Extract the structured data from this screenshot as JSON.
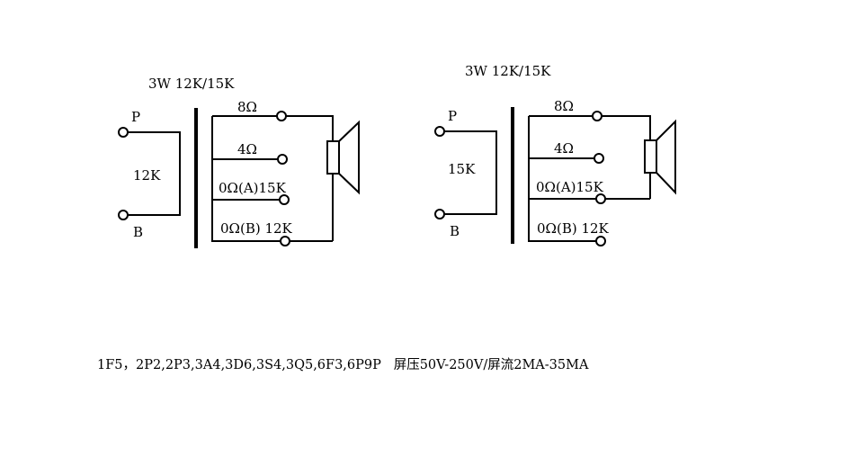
{
  "diagrams": [
    {
      "title": "3W 12K/15K",
      "primary": {
        "top_label": "P",
        "bottom_label": "B",
        "impedance": "12K"
      },
      "taps": [
        "8Ω",
        "4Ω",
        "0Ω(A)15K",
        "0Ω(B) 12K"
      ],
      "speaker_return_tap": "0Ω(B) 12K"
    },
    {
      "title": "3W 12K/15K",
      "primary": {
        "top_label": "P",
        "bottom_label": "B",
        "impedance": "15K"
      },
      "taps": [
        "8Ω",
        "4Ω",
        "0Ω(A)15K",
        "0Ω(B) 12K"
      ],
      "speaker_return_tap": "0Ω(A)15K"
    }
  ],
  "footnote": "1F5，2P2,2P3,3A4,3D6,3S4,3Q5,6F3,6P9P   屏压50V-250V/屏流2MA-35MA"
}
